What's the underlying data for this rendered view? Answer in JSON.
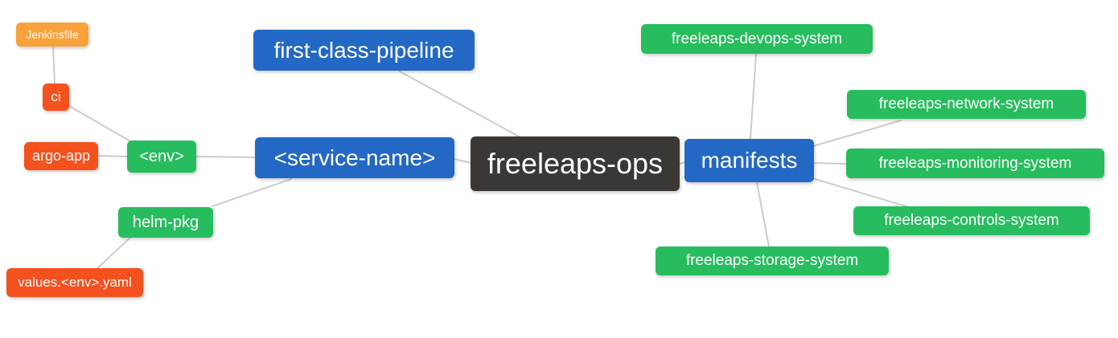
{
  "diagram_type": "mindmap",
  "colors": {
    "blue": "#2368c4",
    "green": "#27bd5e",
    "red": "#f4511e",
    "orange": "#f9a13b",
    "dark": "#3b3735",
    "edge": "#cccccc",
    "background": "#ffffff",
    "text": "#ffffff"
  },
  "nodes": {
    "freeleaps_ops": {
      "label": "freeleaps-ops",
      "color": "#3b3735",
      "role": "root"
    },
    "first_class": {
      "label": "first-class-pipeline",
      "color": "#2368c4",
      "role": "branch"
    },
    "service_name": {
      "label": "<service-name>",
      "color": "#2368c4",
      "role": "branch"
    },
    "manifests": {
      "label": "manifests",
      "color": "#2368c4",
      "role": "branch"
    },
    "env": {
      "label": "<env>",
      "color": "#27bd5e",
      "role": "leaf"
    },
    "helm_pkg": {
      "label": "helm-pkg",
      "color": "#27bd5e",
      "role": "leaf"
    },
    "ci": {
      "label": "ci",
      "color": "#f4511e",
      "role": "leaf"
    },
    "argo_app": {
      "label": "argo-app",
      "color": "#f4511e",
      "role": "leaf"
    },
    "jenkinsfile": {
      "label": "Jenkinsfile",
      "color": "#f9a13b",
      "role": "leaf"
    },
    "values_env_yaml": {
      "label": "values.<env>.yaml",
      "color": "#f4511e",
      "role": "leaf"
    },
    "devops_system": {
      "label": "freeleaps-devops-system",
      "color": "#27bd5e",
      "role": "leaf"
    },
    "network_system": {
      "label": "freeleaps-network-system",
      "color": "#27bd5e",
      "role": "leaf"
    },
    "monitoring_system": {
      "label": "freeleaps-monitoring-system",
      "color": "#27bd5e",
      "role": "leaf"
    },
    "controls_system": {
      "label": "freeleaps-controls-system",
      "color": "#27bd5e",
      "role": "leaf"
    },
    "storage_system": {
      "label": "freeleaps-storage-system",
      "color": "#27bd5e",
      "role": "leaf"
    }
  },
  "edges": [
    {
      "from": "jenkinsfile",
      "to": "ci"
    },
    {
      "from": "ci",
      "to": "env"
    },
    {
      "from": "argo_app",
      "to": "env"
    },
    {
      "from": "env",
      "to": "service_name"
    },
    {
      "from": "helm_pkg",
      "to": "service_name"
    },
    {
      "from": "values_env_yaml",
      "to": "helm_pkg"
    },
    {
      "from": "first_class",
      "to": "freeleaps_ops"
    },
    {
      "from": "service_name",
      "to": "freeleaps_ops"
    },
    {
      "from": "freeleaps_ops",
      "to": "manifests"
    },
    {
      "from": "manifests",
      "to": "devops_system"
    },
    {
      "from": "manifests",
      "to": "network_system"
    },
    {
      "from": "manifests",
      "to": "monitoring_system"
    },
    {
      "from": "manifests",
      "to": "controls_system"
    },
    {
      "from": "manifests",
      "to": "storage_system"
    }
  ]
}
